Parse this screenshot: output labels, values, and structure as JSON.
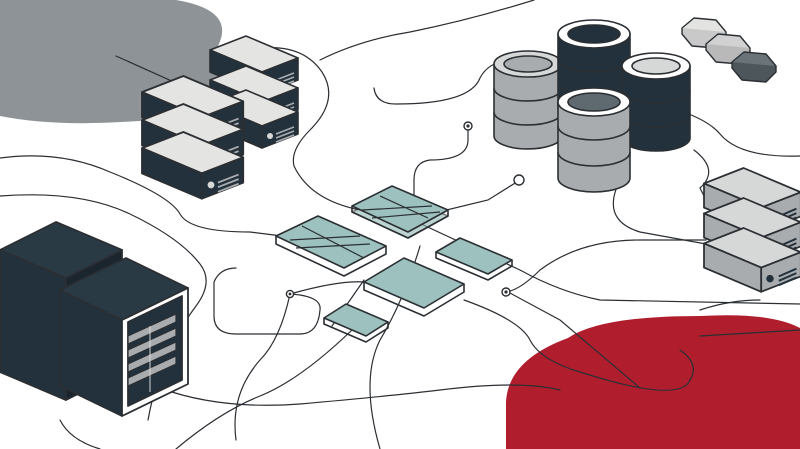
{
  "palette": {
    "background": "#ffffff",
    "line": "#2b2f33",
    "dark": "#22313b",
    "dark_side": "#1a252d",
    "light_top": "#e4e4e2",
    "light_gray": "#d6d7d7",
    "mid_gray": "#a9acaf",
    "slate": "#5f6a70",
    "cloud_gray": "#8e9397",
    "teal": "#7fa9a6",
    "teal_light": "#9cc1be",
    "red": "#b01e2e",
    "hex_light": "#e3e3e1",
    "hex_mid": "#d0d1d0",
    "hex_dark": "#6a7378"
  },
  "diagram": {
    "nodes": [
      {
        "id": "cloud-gray",
        "icon": "cloud-blob"
      },
      {
        "id": "cloud-red",
        "icon": "cloud-blob"
      },
      {
        "id": "rack-server-cluster-top",
        "icon": "rack-server-icon",
        "units": 4
      },
      {
        "id": "database-cluster",
        "icon": "database-icon",
        "cylinders": 4
      },
      {
        "id": "storage-tokens",
        "icon": "hexagon-icon",
        "count": 3
      },
      {
        "id": "rack-server-right",
        "icon": "rack-server-icon",
        "units": 3
      },
      {
        "id": "tower-servers",
        "icon": "tower-server-icon",
        "count": 2
      },
      {
        "id": "network-switches",
        "icon": "network-tile-icon",
        "count": 5
      }
    ]
  }
}
